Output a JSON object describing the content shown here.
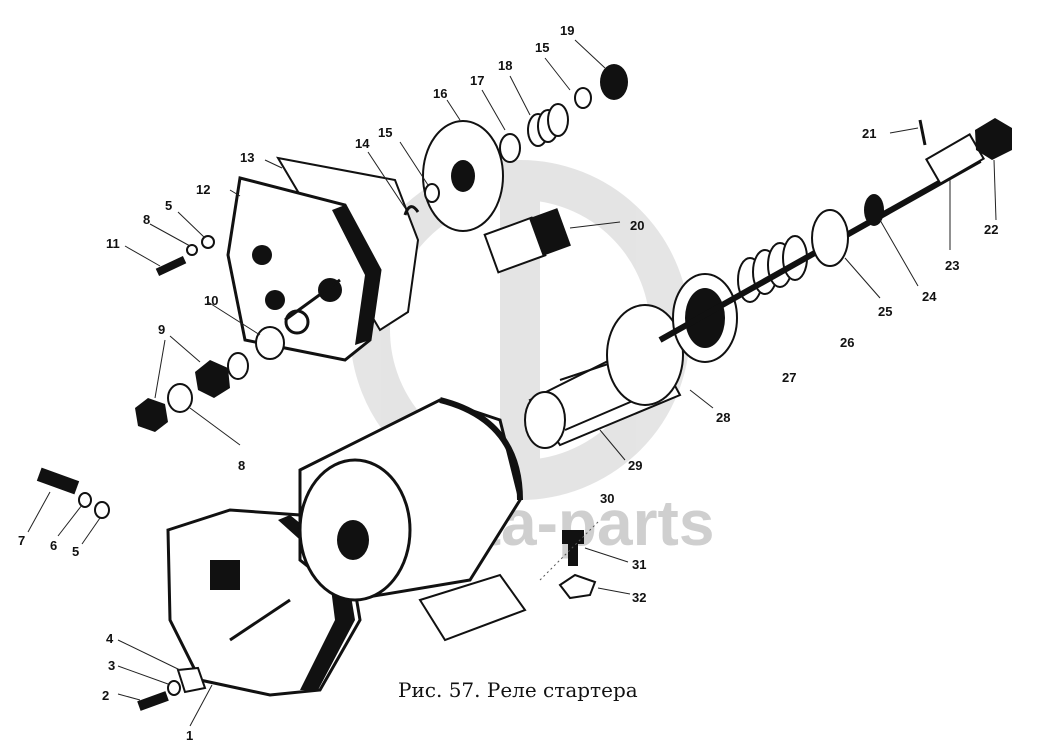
{
  "caption": "Рис. 57. Реле стартера",
  "watermark": {
    "text": "data-parts",
    "color": "#cfcfcf"
  },
  "labels": [
    "1",
    "2",
    "3",
    "4",
    "5",
    "5",
    "6",
    "7",
    "8",
    "9",
    "10",
    "11",
    "12",
    "13",
    "14",
    "15",
    "15",
    "16",
    "17",
    "18",
    "19",
    "20",
    "21",
    "22",
    "23",
    "24",
    "25",
    "26",
    "27",
    "28",
    "29",
    "30",
    "31",
    "32",
    "8"
  ]
}
